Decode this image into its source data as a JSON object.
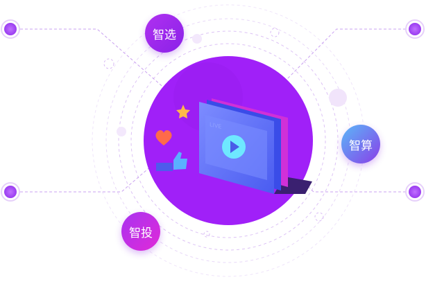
{
  "nodes": {
    "select": "智选",
    "compute": "智算",
    "deliver": "智投"
  },
  "card_label": "LIVE",
  "colors": {
    "primary": "#a020f8",
    "dot": "#b150f5",
    "line": "#c9a0f0"
  }
}
